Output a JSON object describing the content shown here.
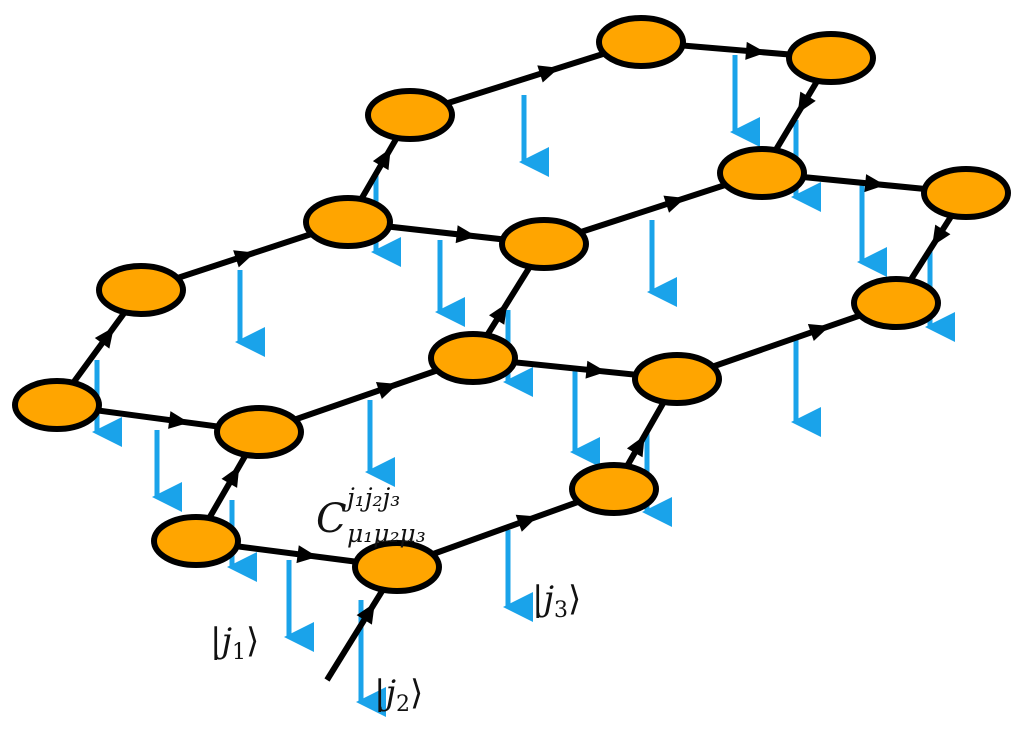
{
  "labels": {
    "tensor_main": "C",
    "tensor_upper": "j₁j₂j₃",
    "tensor_lower": "μ₁μ₂μ₃",
    "ket_open": "|",
    "ket_close": "⟩",
    "ket_letter": "j",
    "ket1_index": "1",
    "ket2_index": "2",
    "ket3_index": "3"
  },
  "colors": {
    "node_fill": "#FFA500",
    "node_stroke": "#000000",
    "bond": "#000000",
    "physical_leg": "#1AA3EA",
    "text": "#111111"
  }
}
